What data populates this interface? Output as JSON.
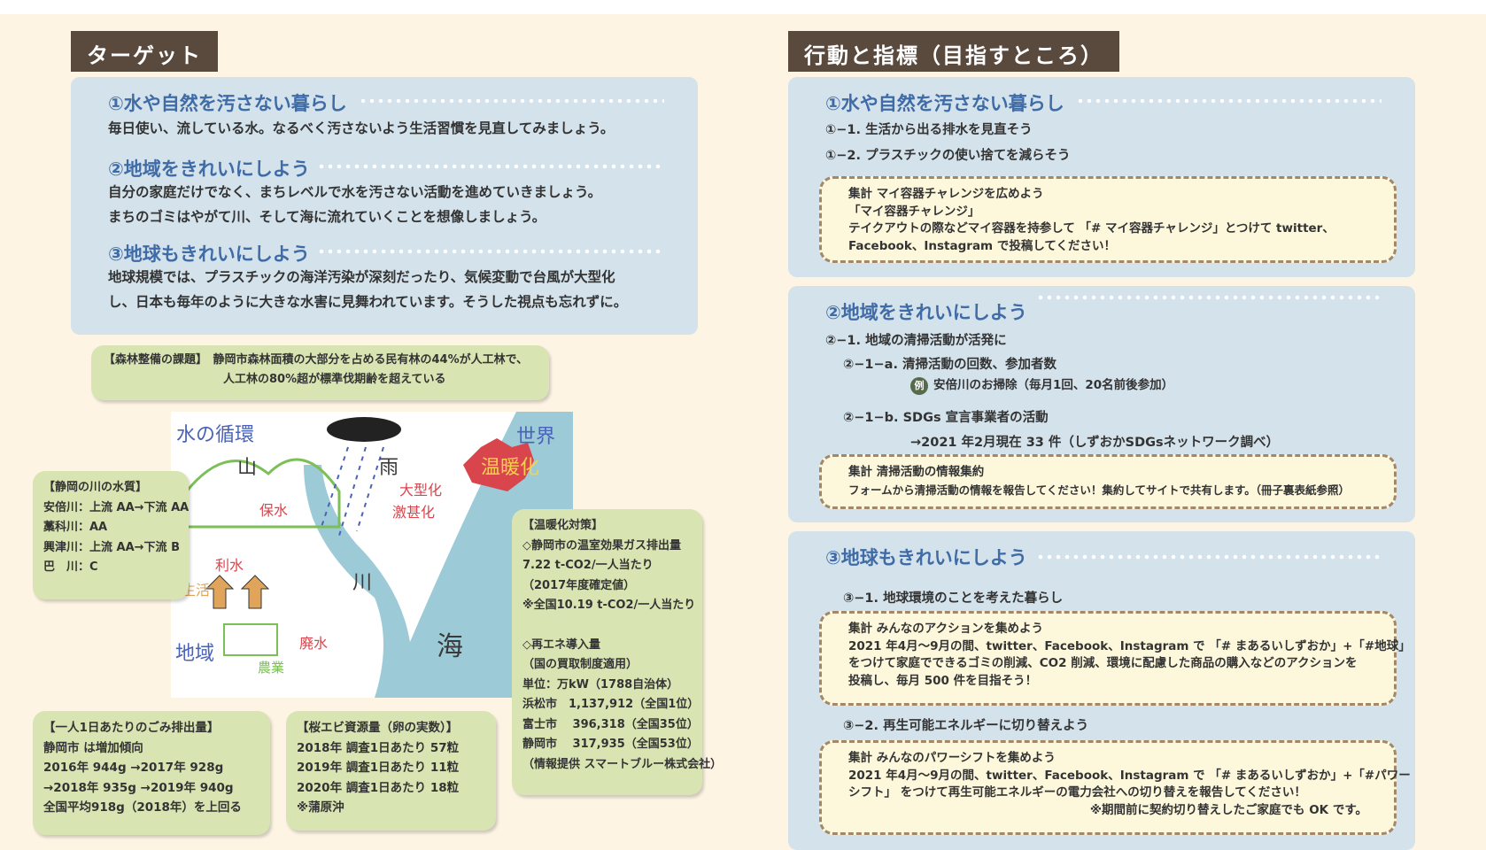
{
  "left": {
    "tag": "ターゲット",
    "sections": [
      {
        "title": "①水や自然を汚さない暮らし",
        "lines": [
          "毎日使い、流している水。なるべく汚さないよう生活習慣を見直してみましょう。"
        ]
      },
      {
        "title": "②地域をきれいにしよう",
        "lines": [
          "自分の家庭だけでなく、まちレベルで水を汚さない活動を進めていきましょう。",
          "まちのゴミはやがて川、そして海に流れていくことを想像しましょう。"
        ]
      },
      {
        "title": "③地球もきれいにしよう",
        "lines": [
          "地球規模では、プラスチックの海洋汚染が深刻だったり、気候変動で台風が大型化",
          "し、日本も毎年のように大きな水害に見舞われています。そうした視点も忘れずに。"
        ]
      }
    ],
    "bubbles": {
      "forest": [
        "【森林整備の課題】　静岡市森林面積の大部分を占める民有林の44%が人工林で、",
        "人工林の80%超が標準伐期齢を超えている"
      ],
      "river": [
        "【静岡の川の水質】",
        "安倍川：上流 AA→下流 AA",
        "藁科川：AA",
        "興津川：上流 AA→下流 B",
        "巴　川：C"
      ],
      "warming": [
        "【温暖化対策】",
        "◇静岡市の温室効果ガス排出量",
        "7.22 t-CO2/一人当たり",
        "（2017年度確定値）",
        "※全国10.19 t-CO2/一人当たり",
        "",
        "◇再エネ導入量",
        "（国の買取制度適用）",
        "単位：万kW（1788自治体）",
        "浜松市　1,137,912（全国1位）",
        "富士市　 396,318（全国35位）",
        "静岡市　 317,935（全国53位）",
        "（情報提供 スマートブルー株式会社）"
      ],
      "garbage": [
        "【一人1日あたりのごみ排出量】",
        "静岡市 は増加傾向",
        "2016年 944g →2017年 928g",
        "→2018年 935g →2019年 940g",
        "全国平均918g（2018年）を上回る"
      ],
      "shrimp": [
        "【桜エビ資源量（卵の実数）】",
        "2018年 調査1日あたり 57粒",
        "2019年 調査1日あたり 11粒",
        "2020年 調査1日あたり 18粒",
        "※蒲原沖"
      ]
    },
    "illustration": {
      "title": "水の循環",
      "mountain": "山",
      "rain": "雨",
      "world": "世界",
      "warming": "温暖化",
      "big": "大型化",
      "severe": "激甚化",
      "retain": "保水",
      "use": "利水",
      "life": "生活",
      "river": "川",
      "sea": "海",
      "waste": "廃水",
      "region": "地域",
      "farm": "農業"
    }
  },
  "right": {
    "tag": "行動と指標（目指すところ）",
    "s1": {
      "title": "①水や自然を汚さない暮らし",
      "items": [
        "①−1. 生活から出る排水を見直そう",
        "①−2. プラスチックの使い捨てを減らそう"
      ],
      "box": [
        "集計 マイ容器チャレンジを広めよう",
        "「マイ容器チャレンジ」",
        "テイクアウトの際などマイ容器を持参して 「# マイ容器チャレンジ」とつけて twitter、",
        "Facebook、Instagram で投稿してください！"
      ]
    },
    "s2": {
      "title": "②地域をきれいにしよう",
      "item1": "②−1. 地域の清掃活動が活発に",
      "item1a": "②−1−a. 清掃活動の回数、参加者数",
      "ex_badge": "例",
      "ex": "安倍川のお掃除（毎月1回、20名前後参加）",
      "item1b": "②−1−b. SDGs 宣言事業者の活動",
      "item1b_note": "→2021 年2月現在 33 件（しずおかSDGsネットワーク調べ）",
      "box": [
        "集計 清掃活動の情報集約",
        "フォームから清掃活動の情報を報告してください！集約してサイトで共有します。（冊子裏表紙参照）"
      ]
    },
    "s3": {
      "title": "③地球もきれいにしよう",
      "item1": "③−1. 地球環境のことを考えた暮らし",
      "box1": [
        "集計 みんなのアクションを集めよう",
        "2021 年4月〜9月の間、twitter、Facebook、Instagram で 「# まあるいしずおか」+「#地球」",
        "をつけて家庭でできるゴミの削減、CO2 削減、環境に配慮した商品の購入などのアクションを",
        "投稿し、毎月 500 件を目指そう！"
      ],
      "item2": "③−2. 再生可能エネルギーに切り替えよう",
      "box2": [
        "集計 みんなのパワーシフトを集めよう",
        "2021 年4月〜9月の間、twitter、Facebook、Instagram で 「# まあるいしずおか」+「#パワー",
        "シフト」 をつけて再生可能エネルギーの電力会社への切り替えを報告してください！",
        "※期間前に契約切り替えしたご家庭でも OK です。"
      ]
    }
  }
}
